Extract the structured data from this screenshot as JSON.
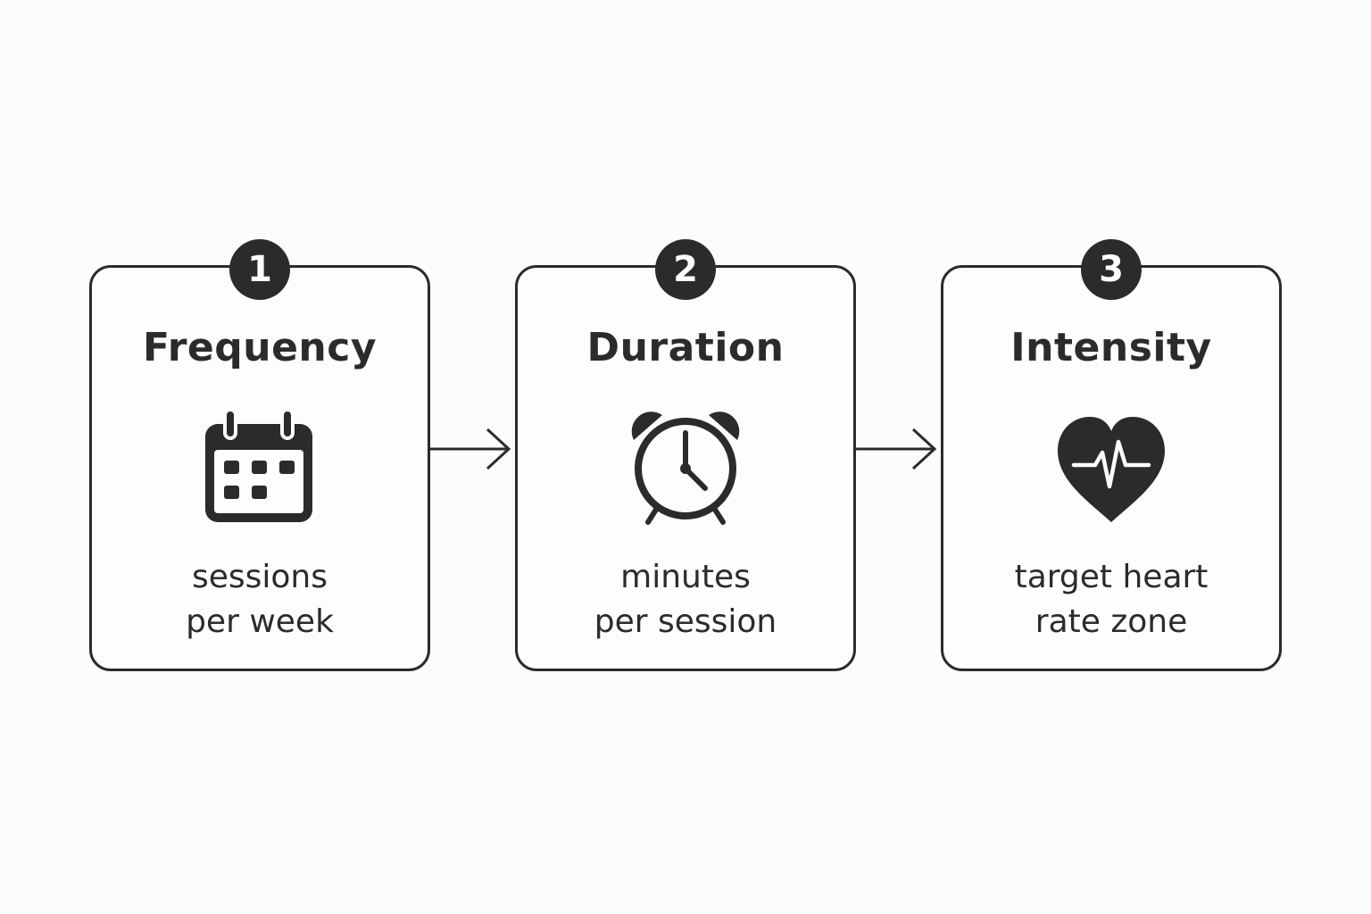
{
  "steps": [
    {
      "number": "1",
      "title": "Frequency",
      "icon": "calendar-icon",
      "description": [
        "sessions",
        "per week"
      ]
    },
    {
      "number": "2",
      "title": "Duration",
      "icon": "alarm-clock-icon",
      "description": [
        "minutes",
        "per session"
      ]
    },
    {
      "number": "3",
      "title": "Intensity",
      "icon": "heart-pulse-icon",
      "description": [
        "target heart",
        "rate zone"
      ]
    }
  ],
  "colors": {
    "ink": "#2b2b2b",
    "background": "#fcfcfc",
    "badge_text": "#ffffff"
  }
}
